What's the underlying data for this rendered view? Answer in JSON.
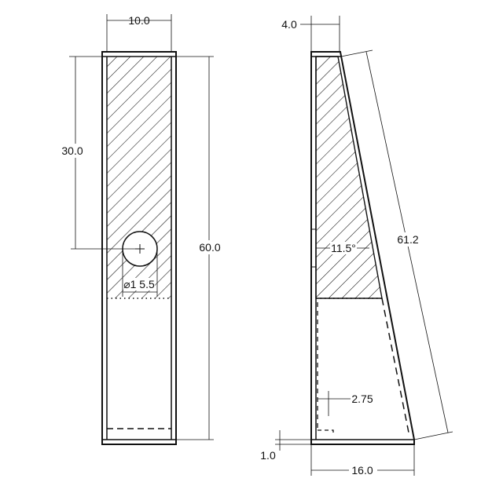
{
  "drawing": {
    "front_view": {
      "width_label": "10.0",
      "upper_height_label": "30.0",
      "total_height_label": "60.0",
      "hole_diameter_label": "⌀1 5.5"
    },
    "side_view": {
      "top_thickness_label": "4.0",
      "angle_label": "11.5°",
      "slant_length_label": "61.2",
      "inner_offset_label": "2.75",
      "base_thickness_label": "1.0",
      "base_width_label": "16.0"
    }
  }
}
